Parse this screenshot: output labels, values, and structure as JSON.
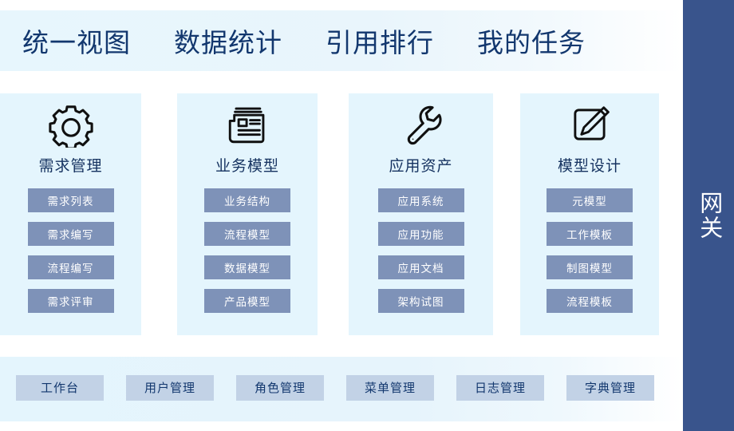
{
  "header": {
    "nav_items": [
      {
        "label": "统一视图"
      },
      {
        "label": "数据统计"
      },
      {
        "label": "引用排行"
      },
      {
        "label": "我的任务"
      }
    ]
  },
  "cards": [
    {
      "icon": "gear-icon",
      "title": "需求管理",
      "buttons": [
        {
          "label": "需求列表"
        },
        {
          "label": "需求编写"
        },
        {
          "label": "流程编写"
        },
        {
          "label": "需求评审"
        }
      ]
    },
    {
      "icon": "newspaper-icon",
      "title": "业务模型",
      "buttons": [
        {
          "label": "业务结构"
        },
        {
          "label": "流程模型"
        },
        {
          "label": "数据模型"
        },
        {
          "label": "产品模型"
        }
      ]
    },
    {
      "icon": "wrench-icon",
      "title": "应用资产",
      "buttons": [
        {
          "label": "应用系统"
        },
        {
          "label": "应用功能"
        },
        {
          "label": "应用文档"
        },
        {
          "label": "架构试图"
        }
      ]
    },
    {
      "icon": "pencil-square-icon",
      "title": "模型设计",
      "buttons": [
        {
          "label": "元模型"
        },
        {
          "label": "工作模板"
        },
        {
          "label": "制图模型"
        },
        {
          "label": "流程模板"
        }
      ]
    }
  ],
  "bottom_bar": {
    "buttons": [
      {
        "label": "工作台"
      },
      {
        "label": "用户管理"
      },
      {
        "label": "角色管理"
      },
      {
        "label": "菜单管理"
      },
      {
        "label": "日志管理"
      },
      {
        "label": "字典管理"
      }
    ]
  },
  "gateway": {
    "label": "网关"
  },
  "colors": {
    "header_band": "#e7f6fd",
    "card_bg": "#e4f5fd",
    "card_button": "#7e92b8",
    "card_button_text": "#ffffff",
    "bottom_button": "#c2d2e6",
    "bottom_button_text": "#12376e",
    "nav_text": "#12376e",
    "card_title_text": "#14315f",
    "gateway_bg": "#39548c",
    "gateway_text": "#ffffff"
  }
}
